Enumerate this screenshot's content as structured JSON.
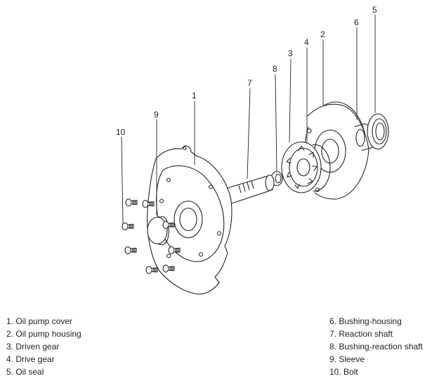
{
  "callouts": {
    "c1": "1",
    "c2": "2",
    "c3": "3",
    "c4": "4",
    "c5": "5",
    "c6": "6",
    "c7": "7",
    "c8": "8",
    "c9": "9",
    "c10": "10"
  },
  "legend": {
    "left": [
      "1. Oil pump cover",
      "2. Oil pump housing",
      "3. Driven gear",
      "4. Drive gear",
      "5. Oil seal"
    ],
    "right": [
      "6. Bushing-housing",
      "7. Reaction shaft",
      "8. Bushing-reaction shaft",
      "9. Sleeve",
      "10. Bolt"
    ]
  }
}
